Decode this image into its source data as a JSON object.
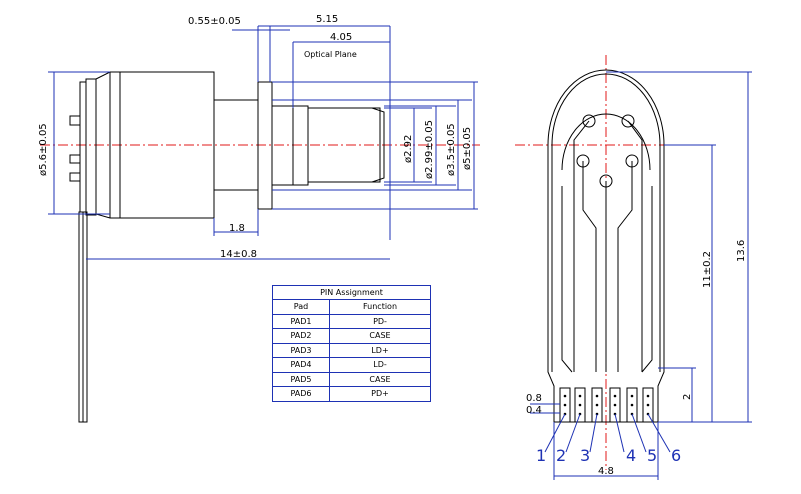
{
  "side_view": {
    "dim_flange": "0.55±0.05",
    "dim_overall_short": "5.15",
    "dim_optical": "4.05",
    "optical_plane_label": "Optical Plane",
    "dim_body_dia": "ø5.6±0.05",
    "dim_window_dia": "ø2.92",
    "dim_lens_dia": "ø2.99±0.05",
    "dim_nose_dia": "ø3.5±0.05",
    "dim_flange_dia": "ø5±0.05",
    "dim_step": "1.8",
    "dim_overall": "14±0.8"
  },
  "pin_table": {
    "title": "PIN Assignment",
    "headers": [
      "Pad",
      "Function"
    ],
    "rows": [
      [
        "PAD1",
        "PD-"
      ],
      [
        "PAD2",
        "CASE"
      ],
      [
        "PAD3",
        "LD+"
      ],
      [
        "PAD4",
        "LD-"
      ],
      [
        "PAD5",
        "CASE"
      ],
      [
        "PAD6",
        "PD+"
      ]
    ]
  },
  "flex_view": {
    "dim_pad_pitch_a": "0.8",
    "dim_pad_pitch_b": "0.4",
    "dim_width": "4.8",
    "dim_pad_height": "2",
    "dim_mid_length": "11±0.2",
    "dim_total_length": "13.6",
    "callouts": [
      "1",
      "2",
      "3",
      "4",
      "5",
      "6"
    ]
  }
}
